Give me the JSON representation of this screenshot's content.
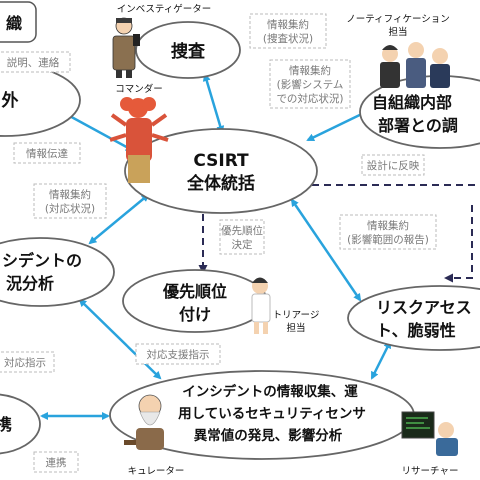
{
  "corner_box": {
    "text": "織"
  },
  "ellipses": {
    "sousa": [
      "捜査"
    ],
    "csirt": [
      "CSIRT",
      "全体統括"
    ],
    "jisoshiki": [
      "自組織内部",
      "部署との調"
    ],
    "gai": [
      "外"
    ],
    "incident_analysis": [
      "シデントの",
      "況分析"
    ],
    "priority": [
      "優先順位",
      "付け"
    ],
    "risk": [
      "リスクアセス",
      "ト、脆弱性"
    ],
    "collect": [
      "インシデントの情報収集、運",
      "用しているセキュリティセンサ",
      "異常値の発見、影響分析"
    ],
    "kei": [
      "携"
    ]
  },
  "labels": {
    "setsumei": [
      "説明、連絡"
    ],
    "shuyaku_sousa": [
      "情報集約",
      "(捜査状況)"
    ],
    "shuyaku_eikyou_sys": [
      "情報集約",
      "(影響システム",
      "での対応状況)"
    ],
    "dentatsu": [
      "情報伝達"
    ],
    "shuyaku_taiou": [
      "情報集約",
      "(対応状況)"
    ],
    "sekkei": [
      "設計に反映"
    ],
    "yusen_kettei": [
      "優先順位",
      "決定"
    ],
    "shuyaku_eikyou_hani": [
      "情報集約",
      "(影響範囲の報告)"
    ],
    "taiou_shiji": [
      "対応指示"
    ],
    "taiou_shien": [
      "対応支援指示"
    ],
    "renkei": [
      "連携"
    ]
  },
  "roles": {
    "investigator": "インベスティゲーター",
    "commander": "コマンダー",
    "notification": [
      "ノーティフィケーション",
      "担当"
    ],
    "triage": [
      "トリアージ",
      "担当"
    ],
    "curator": "キュレーター",
    "researcher": "リサーチャー"
  },
  "colors": {
    "arrow": "#29a3dd",
    "dashed_arrow": "#2b2b55",
    "ellipse_stroke": "#666666",
    "label_border": "#bbbbbb",
    "label_text": "#7a7a7a"
  }
}
